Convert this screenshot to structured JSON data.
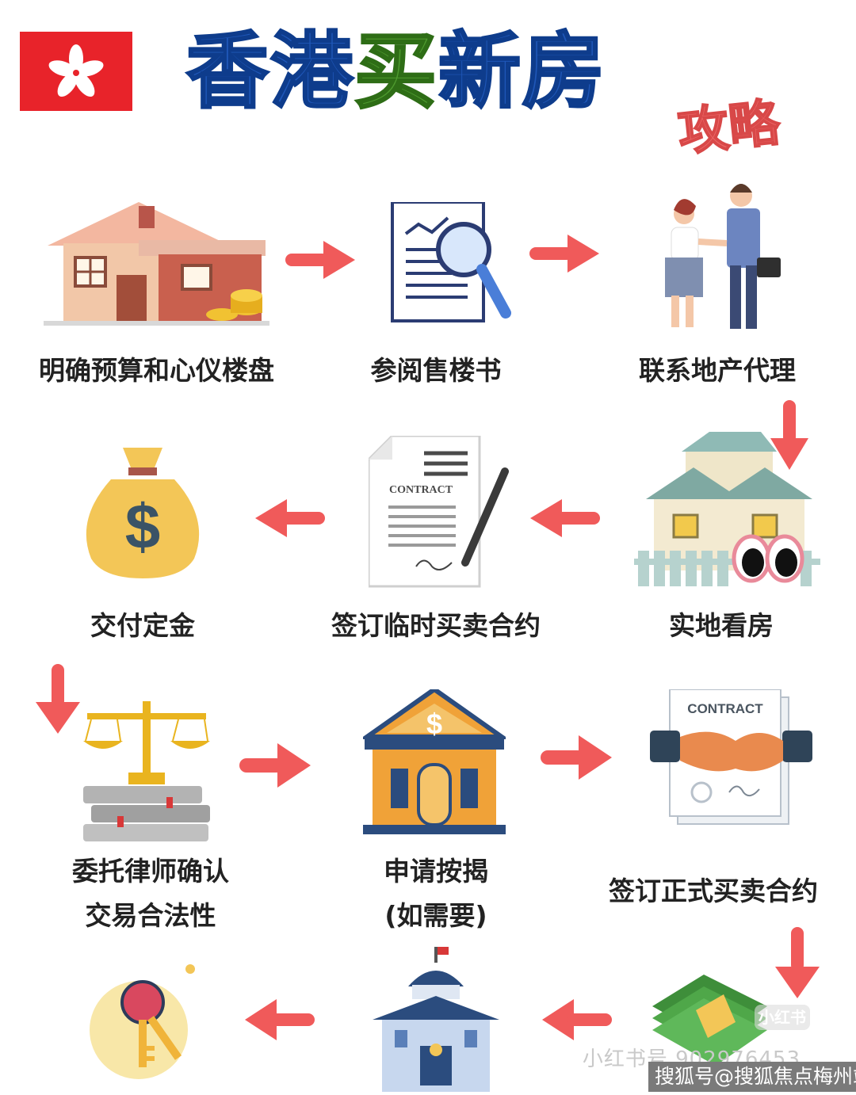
{
  "header": {
    "title_part1": "香港",
    "title_part2": "买",
    "title_part3": "新房",
    "subtitle": "攻略"
  },
  "icons": {
    "flag": "hong-kong-flag-icon",
    "house": "house-with-coins-icon",
    "document": "document-magnifier-icon",
    "handshake_people": "handshake-people-icon",
    "houses_eyes": "houses-with-eyes-icon",
    "contract": "contract-pen-icon",
    "money_bag": "money-bag-icon",
    "scales": "scales-of-justice-icon",
    "bank": "bank-building-icon",
    "contract_handshake": "contract-handshake-icon",
    "money_stack": "money-stack-icon",
    "government": "government-building-icon",
    "keys": "keys-icon"
  },
  "steps": [
    {
      "label": "明确预算和心仪楼盘"
    },
    {
      "label": "参阅售楼书"
    },
    {
      "label": "联系地产代理"
    },
    {
      "label": "实地看房"
    },
    {
      "label": "签订临时买卖合约"
    },
    {
      "label": "交付定金"
    },
    {
      "label": "委托律师确认",
      "label2": "交易合法性"
    },
    {
      "label": "申请按揭",
      "label2": "(如需要)"
    },
    {
      "label": "签订正式买卖合约"
    }
  ],
  "contract_text": "CONTRACT",
  "watermark": "小红书号 902976453",
  "xhs_logo": "小红书",
  "source_badge": "搜狐号@搜狐焦点梅州站",
  "colors": {
    "arrow": "#f05a5a",
    "title_blue": "#1f57b8",
    "title_green": "#4e9a2f",
    "title_red": "#ef6a6a",
    "flag_red": "#e8232a"
  }
}
